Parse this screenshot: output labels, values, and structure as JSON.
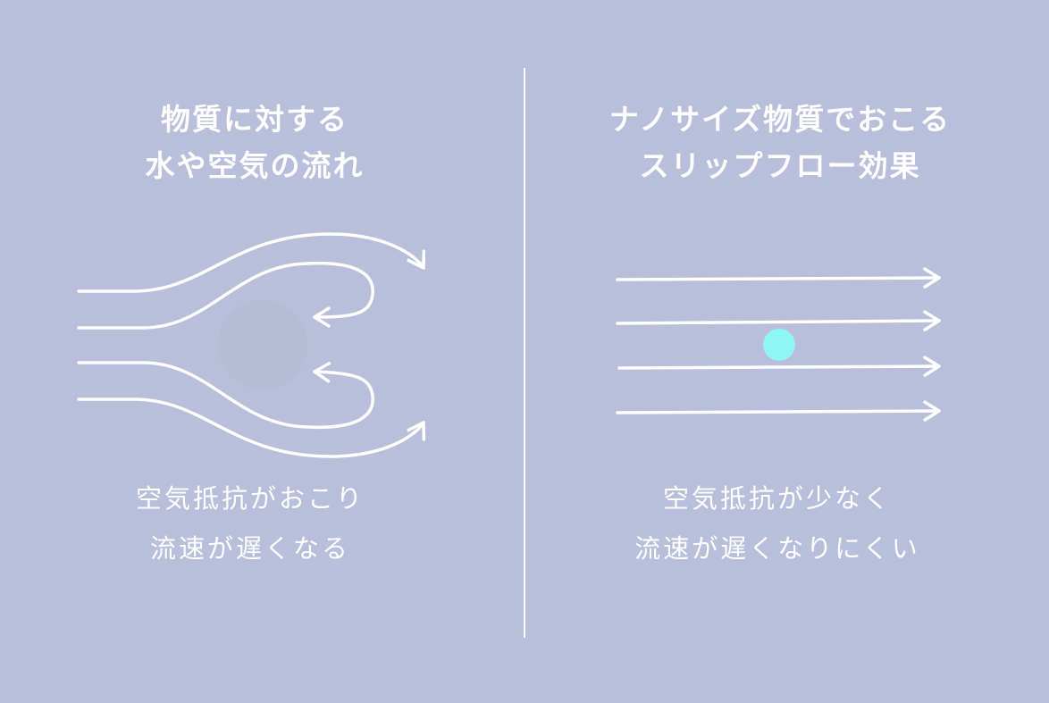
{
  "colors": {
    "background": "#b9bedb",
    "stroke": "#ffffff",
    "obstacle": "#b5bdd4",
    "nano_particle": "#8ef7f5"
  },
  "left_panel": {
    "title_lines": [
      "物質に対する",
      "水や空気の流れ"
    ],
    "caption_lines": [
      "空気抵抗がおこり",
      "流速が遅くなる"
    ]
  },
  "right_panel": {
    "title_lines": [
      "ナノサイズ物質でおこる",
      "スリップフロー効果"
    ],
    "caption_lines": [
      "空気抵抗が少なく",
      "流速が遅くなりにくい"
    ]
  }
}
